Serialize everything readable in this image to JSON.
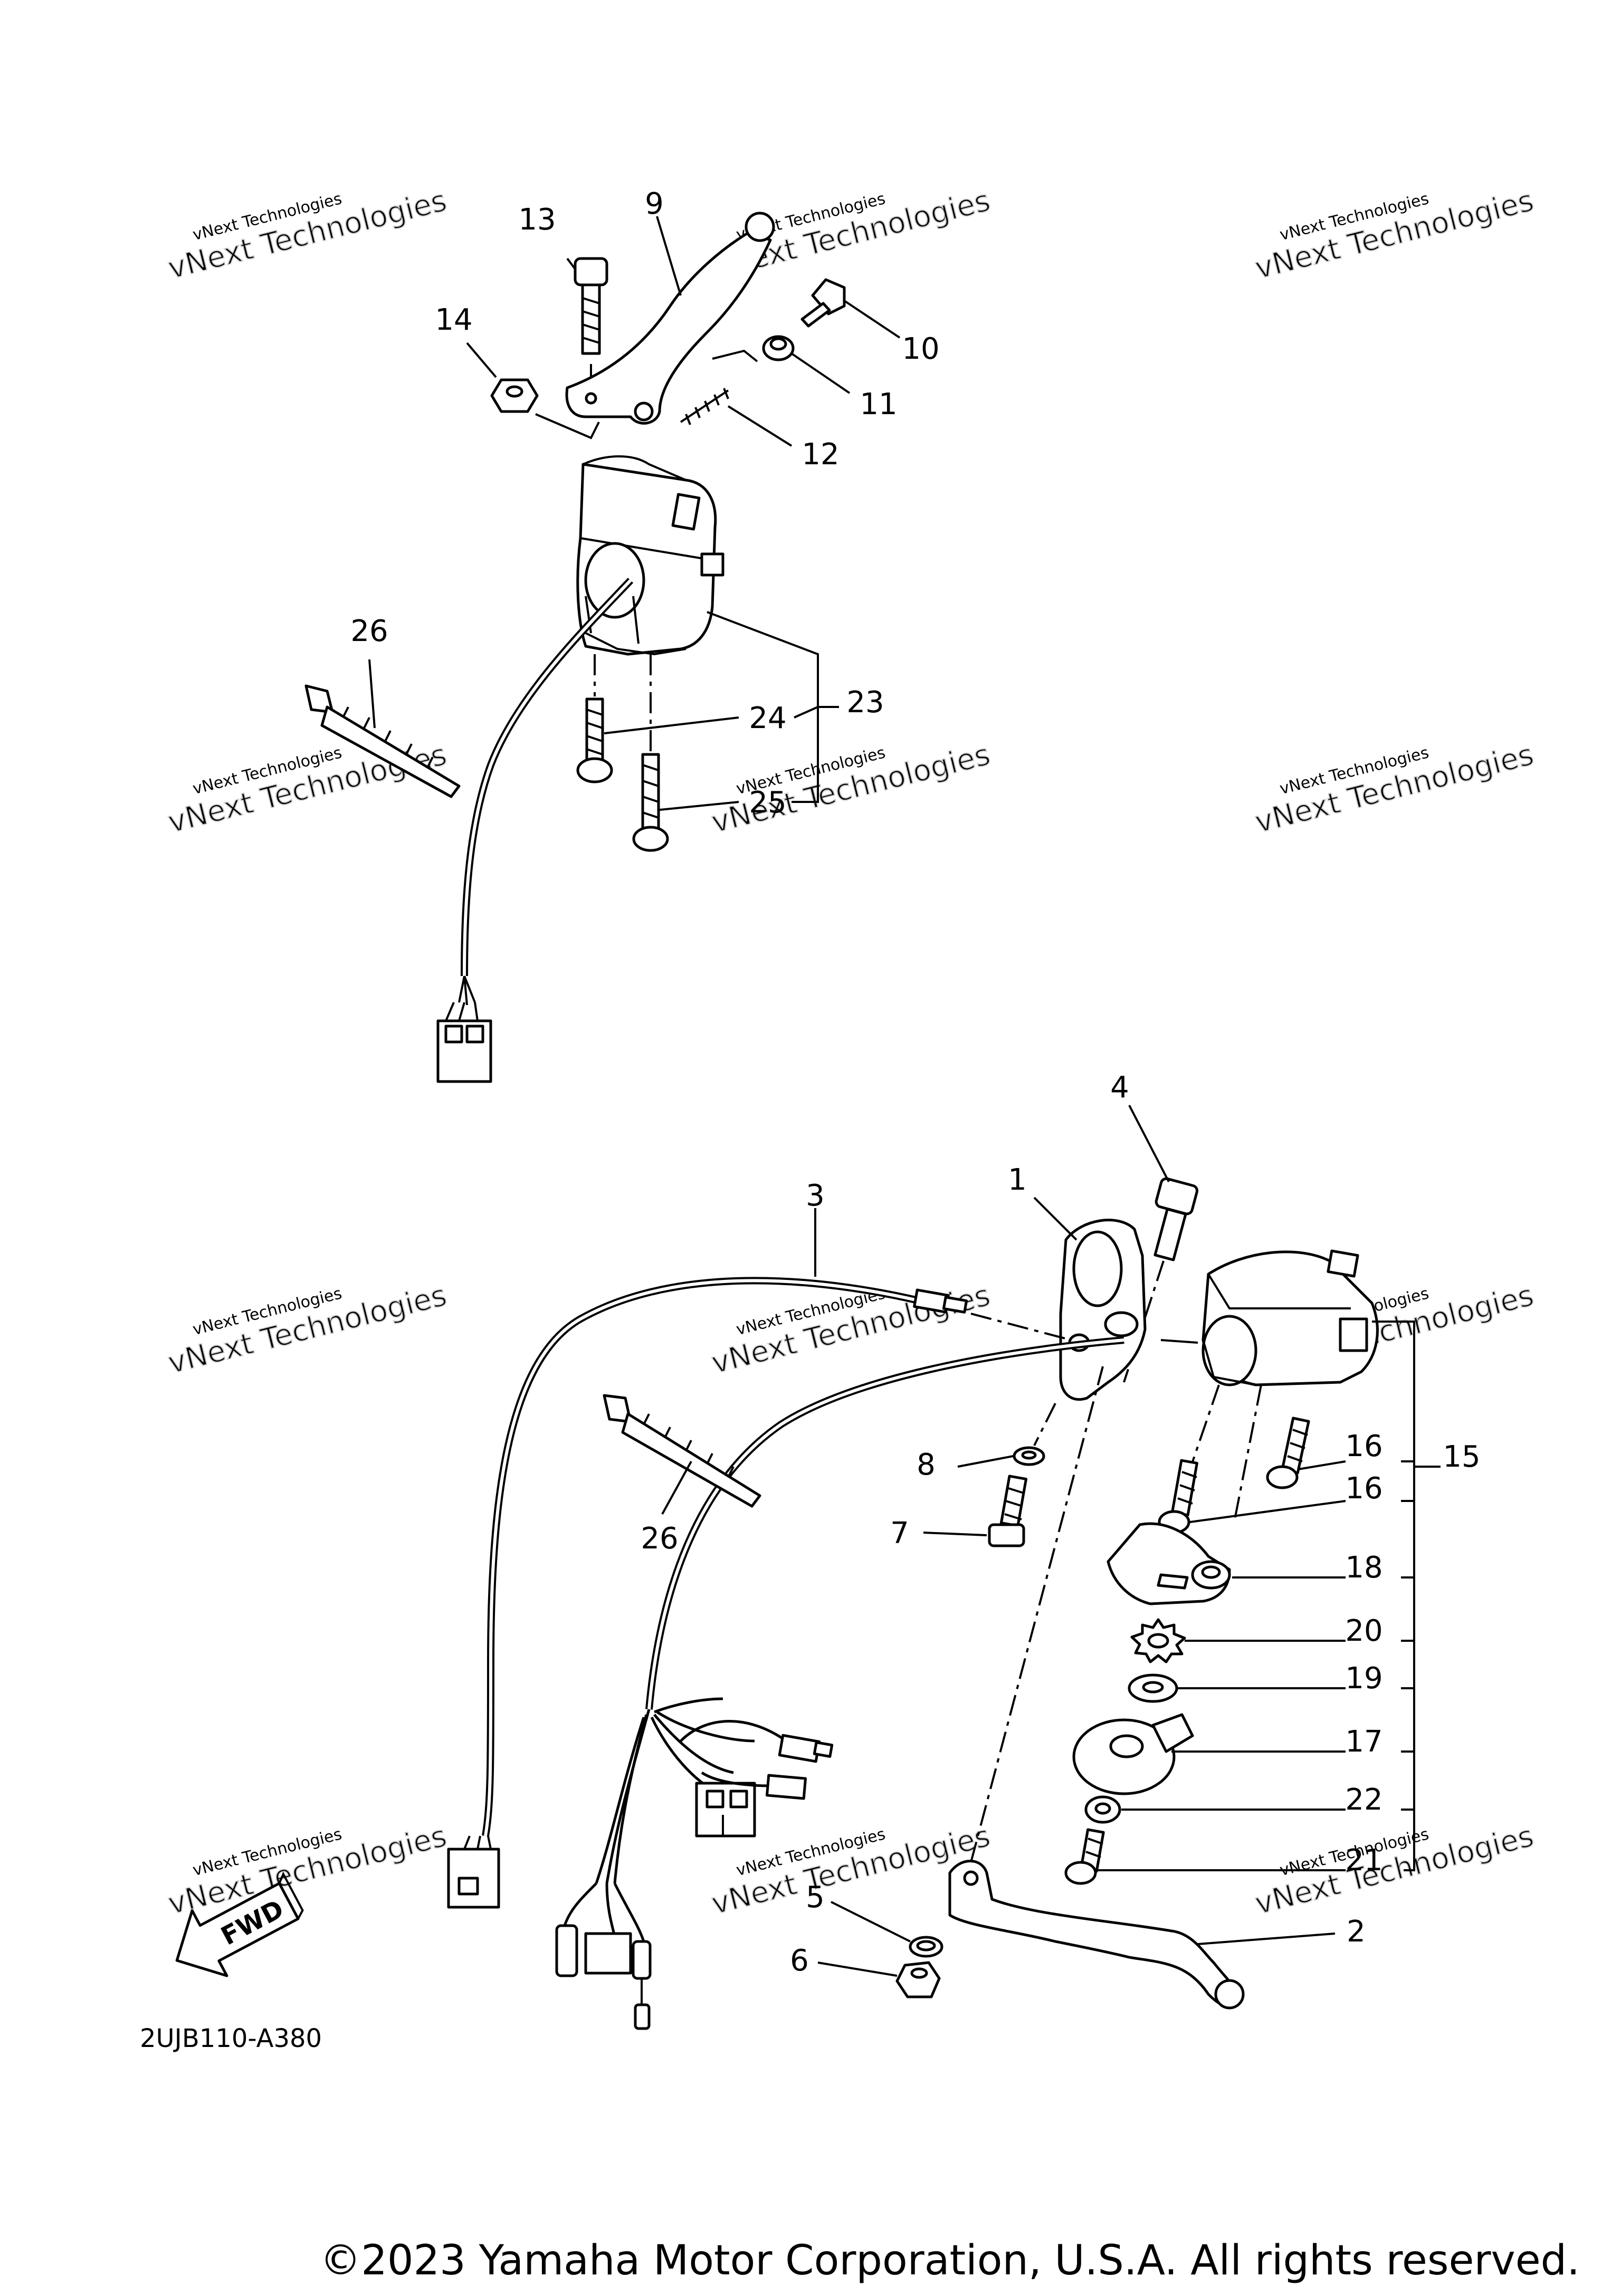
{
  "diagram": {
    "code": "2UJB110-A380",
    "fwd_label": "FWD",
    "watermark_small": "vNext Technologies",
    "watermark_big": "vNext Technologies",
    "upper_labels": {
      "l13": "13",
      "l9": "9",
      "l14": "14",
      "l10": "10",
      "l11": "11",
      "l12": "12",
      "l26": "26",
      "l24": "24",
      "l23": "23",
      "l25": "25"
    },
    "lower_labels": {
      "l4": "4",
      "l1": "1",
      "l3": "3",
      "l16a": "16",
      "l15": "15",
      "l16b": "16",
      "l8": "8",
      "l7": "7",
      "l26": "26",
      "l18": "18",
      "l20": "20",
      "l19": "19",
      "l17": "17",
      "l22": "22",
      "l21": "21",
      "l5": "5",
      "l2": "2",
      "l6": "6"
    }
  },
  "footer": {
    "copyright": "©2023 Yamaha Motor Corporation, U.S.A. All rights reserved."
  }
}
